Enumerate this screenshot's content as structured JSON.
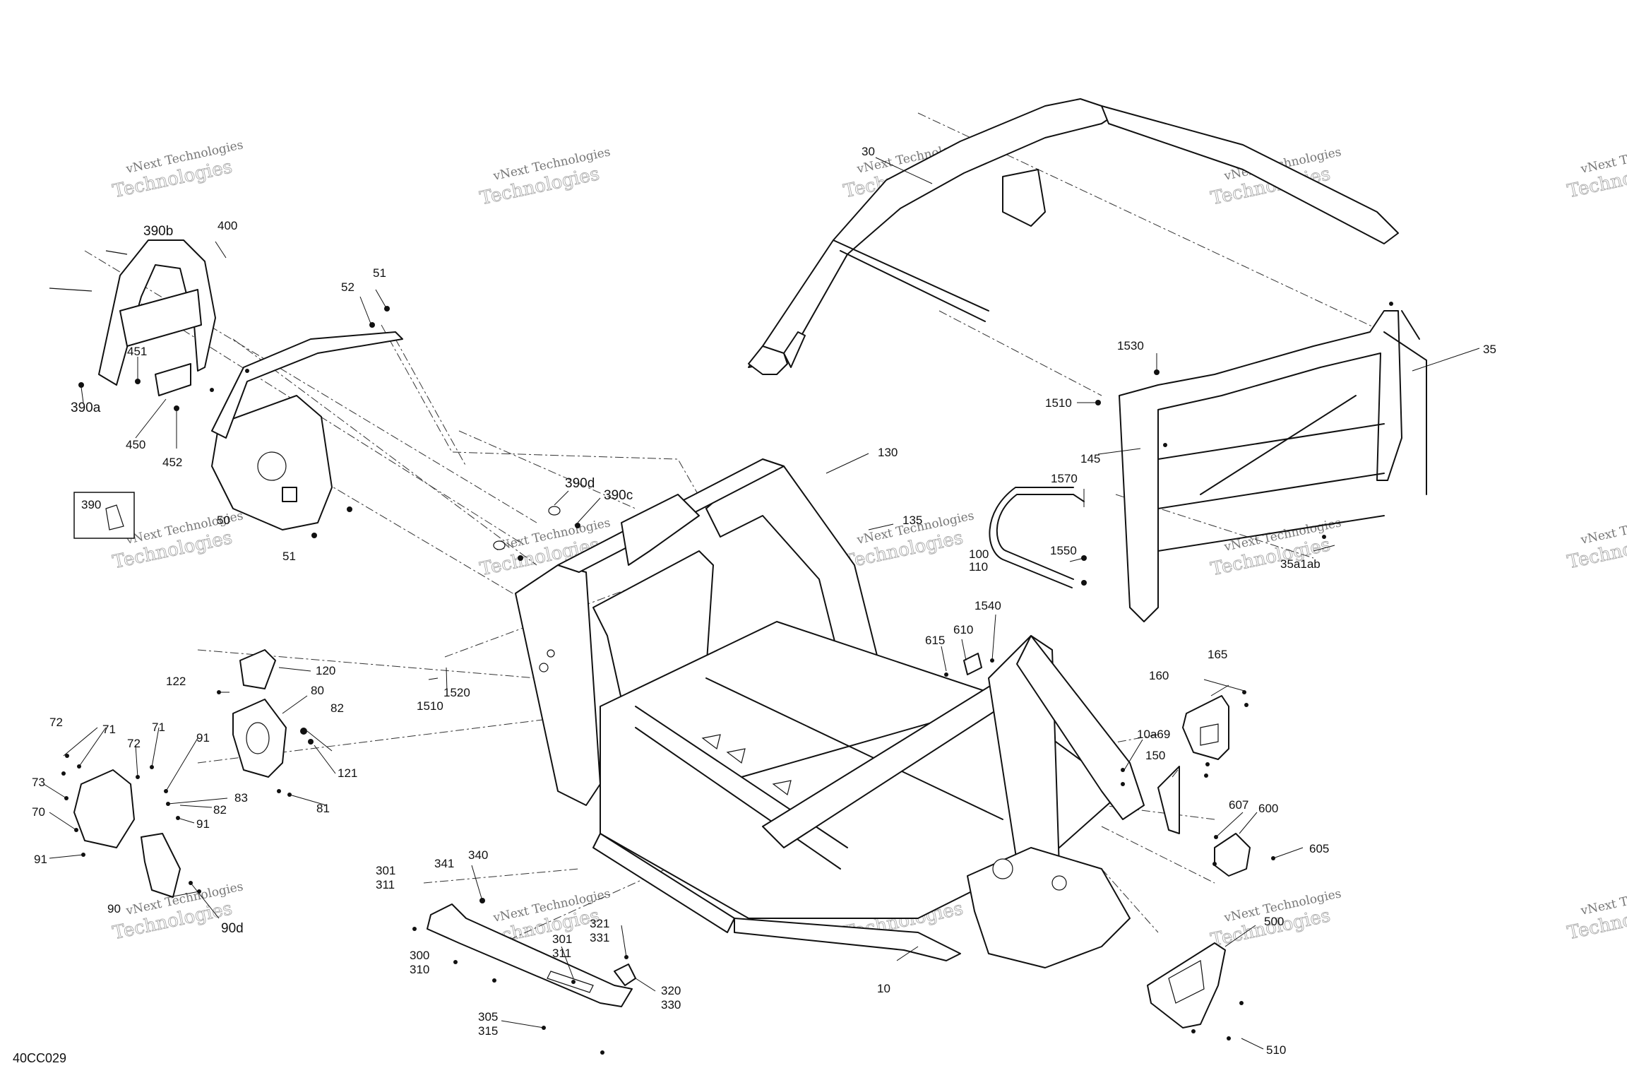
{
  "drawing_code": "40CC029",
  "watermark": {
    "line1": "vNext Technologies",
    "line2": "Technologies"
  },
  "callouts": [
    {
      "id": "c30",
      "text": "30"
    },
    {
      "id": "c35",
      "text": "35"
    },
    {
      "id": "c1530",
      "text": "1530"
    },
    {
      "id": "c1510a",
      "text": "1510"
    },
    {
      "id": "c145",
      "text": "145"
    },
    {
      "id": "c1570",
      "text": "1570"
    },
    {
      "id": "c100",
      "text": "100"
    },
    {
      "id": "c110",
      "text": "110"
    },
    {
      "id": "c1550",
      "text": "1550"
    },
    {
      "id": "c35a1ab",
      "text": "35a1ab"
    },
    {
      "id": "c130",
      "text": "130"
    },
    {
      "id": "c135",
      "text": "135"
    },
    {
      "id": "c390b",
      "text": "390b"
    },
    {
      "id": "c400",
      "text": "400"
    },
    {
      "id": "c52",
      "text": "52"
    },
    {
      "id": "c51a",
      "text": "51"
    },
    {
      "id": "c451",
      "text": "451"
    },
    {
      "id": "c390a",
      "text": "390a"
    },
    {
      "id": "c450",
      "text": "450"
    },
    {
      "id": "c452",
      "text": "452"
    },
    {
      "id": "c390",
      "text": "390"
    },
    {
      "id": "c50",
      "text": "50"
    },
    {
      "id": "c51b",
      "text": "51"
    },
    {
      "id": "c390d",
      "text": "390d"
    },
    {
      "id": "c390c",
      "text": "390c"
    },
    {
      "id": "c1540",
      "text": "1540"
    },
    {
      "id": "c615",
      "text": "615"
    },
    {
      "id": "c610",
      "text": "610"
    },
    {
      "id": "c1510b",
      "text": "1510"
    },
    {
      "id": "c1520",
      "text": "1520"
    },
    {
      "id": "c120",
      "text": "120"
    },
    {
      "id": "c122",
      "text": "122"
    },
    {
      "id": "c80",
      "text": "80"
    },
    {
      "id": "c82a",
      "text": "82"
    },
    {
      "id": "c121",
      "text": "121"
    },
    {
      "id": "c72a",
      "text": "72"
    },
    {
      "id": "c71a",
      "text": "71"
    },
    {
      "id": "c71b",
      "text": "71"
    },
    {
      "id": "c72b",
      "text": "72"
    },
    {
      "id": "c91a",
      "text": "91"
    },
    {
      "id": "c73",
      "text": "73"
    },
    {
      "id": "c83",
      "text": "83"
    },
    {
      "id": "c82b",
      "text": "82"
    },
    {
      "id": "c81",
      "text": "81"
    },
    {
      "id": "c70",
      "text": "70"
    },
    {
      "id": "c91b",
      "text": "91"
    },
    {
      "id": "c91c",
      "text": "91"
    },
    {
      "id": "c90",
      "text": "90"
    },
    {
      "id": "c90d",
      "text": "90d"
    },
    {
      "id": "c165",
      "text": "165"
    },
    {
      "id": "c160",
      "text": "160"
    },
    {
      "id": "c10a69",
      "text": "10a69"
    },
    {
      "id": "c150",
      "text": "150"
    },
    {
      "id": "c607",
      "text": "607"
    },
    {
      "id": "c600",
      "text": "600"
    },
    {
      "id": "c605",
      "text": "605"
    },
    {
      "id": "c301a",
      "text": "301"
    },
    {
      "id": "c311a",
      "text": "311"
    },
    {
      "id": "c341",
      "text": "341"
    },
    {
      "id": "c340",
      "text": "340"
    },
    {
      "id": "c300",
      "text": "300"
    },
    {
      "id": "c310",
      "text": "310"
    },
    {
      "id": "c321",
      "text": "321"
    },
    {
      "id": "c331",
      "text": "331"
    },
    {
      "id": "c301b",
      "text": "301"
    },
    {
      "id": "c311b",
      "text": "311"
    },
    {
      "id": "c320",
      "text": "320"
    },
    {
      "id": "c330",
      "text": "330"
    },
    {
      "id": "c305",
      "text": "305"
    },
    {
      "id": "c315",
      "text": "315"
    },
    {
      "id": "c10",
      "text": "10"
    },
    {
      "id": "c500",
      "text": "500"
    },
    {
      "id": "c510",
      "text": "510"
    }
  ]
}
